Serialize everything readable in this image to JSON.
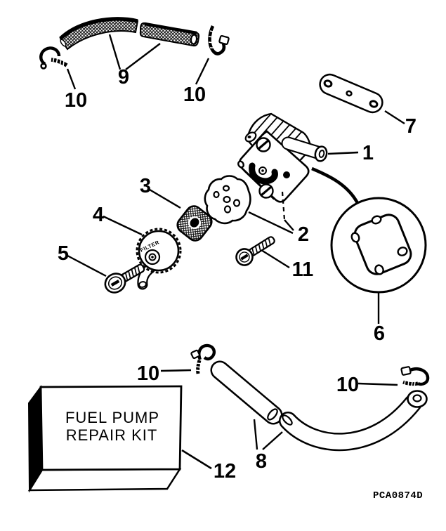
{
  "figure": {
    "part_code": "PCA0874D",
    "kit_box": {
      "line1": "FUEL PUMP",
      "line2": "REPAIR KIT"
    },
    "filter_cap_label": "FILTER",
    "callouts": {
      "c1": "1",
      "c2": "2",
      "c3": "3",
      "c4": "4",
      "c5": "5",
      "c6": "6",
      "c7": "7",
      "c8": "8",
      "c9": "9",
      "c10_top_left": "10",
      "c10_top_right": "10",
      "c10_bottom_mid": "10",
      "c10_bottom_right": "10",
      "c11": "11",
      "c12": "12"
    },
    "colors": {
      "ink": "#000000",
      "paper": "#ffffff"
    }
  }
}
